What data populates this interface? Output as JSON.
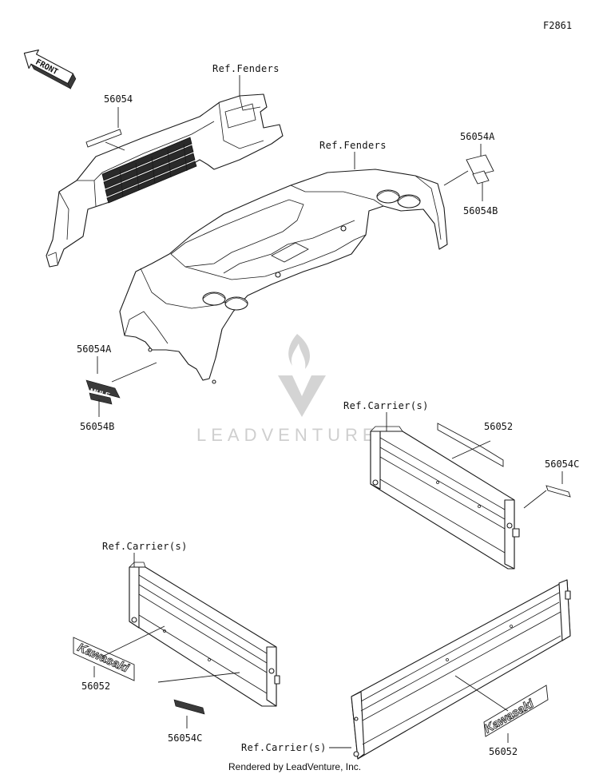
{
  "figure_code": "F2861",
  "front_arrow_label": "FRONT",
  "labels": {
    "p56054_front": "56054",
    "ref_fenders_front": "Ref.Fenders",
    "ref_fenders_rear": "Ref.Fenders",
    "p56054a_right": "56054A",
    "p56054b_right": "56054B",
    "p56054a_left": "56054A",
    "p56054b_left": "56054B",
    "ref_carrier_right": "Ref.Carrier(s)",
    "p56052_right": "56052",
    "p56054c_right": "56054C",
    "ref_carrier_left": "Ref.Carrier(s)",
    "p56052_left": "56052",
    "p56054c_left": "56054C",
    "ref_carrier_bottom": "Ref.Carrier(s)",
    "p56052_bottom": "56052"
  },
  "decal_text": {
    "kawasaki_left": "Kawasaki",
    "kawasaki_bottom": "Kawasaki",
    "mule_badge": "MULE"
  },
  "watermark": "LEADVENTURE",
  "footer": "Rendered by LeadVenture, Inc."
}
